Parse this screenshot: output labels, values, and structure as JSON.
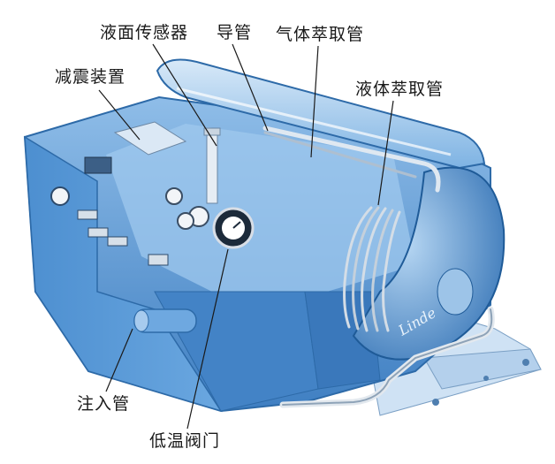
{
  "labels": {
    "level_sensor": "液面传感器",
    "guide_tube": "导管",
    "gas_extraction_tube": "气体萃取管",
    "shock_absorber": "减震装置",
    "liquid_extraction_tube": "液体萃取管",
    "fill_tube": "注入管",
    "low_temp_valve": "低温阀门"
  },
  "brand_mark": "Linde",
  "colors": {
    "body_blue": "#4f93d4",
    "light_blue": "#a9cdee",
    "dark_blue": "#2d6aa8",
    "silver": "#c8d2dc"
  }
}
